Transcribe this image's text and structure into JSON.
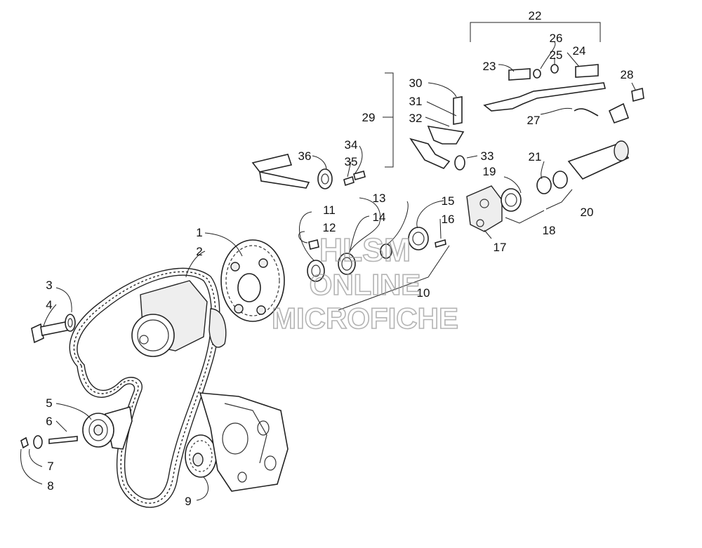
{
  "watermark": {
    "line1": "HLSM",
    "line2": "ONLINE",
    "line3": "MICROFICHE"
  },
  "callouts": {
    "c1": "1",
    "c2": "2",
    "c3": "3",
    "c4": "4",
    "c5": "5",
    "c6": "6",
    "c7": "7",
    "c8": "8",
    "c9": "9",
    "c10": "10",
    "c11": "11",
    "c12": "12",
    "c13": "13",
    "c14": "14",
    "c15": "15",
    "c16": "16",
    "c17": "17",
    "c18": "18",
    "c19": "19",
    "c20": "20",
    "c21": "21",
    "c22": "22",
    "c23": "23",
    "c24": "24",
    "c25": "25",
    "c26": "26",
    "c27": "27",
    "c28": "28",
    "c29": "29",
    "c30": "30",
    "c31": "31",
    "c32": "32",
    "c33": "33",
    "c34": "34",
    "c35": "35",
    "c36": "36"
  }
}
